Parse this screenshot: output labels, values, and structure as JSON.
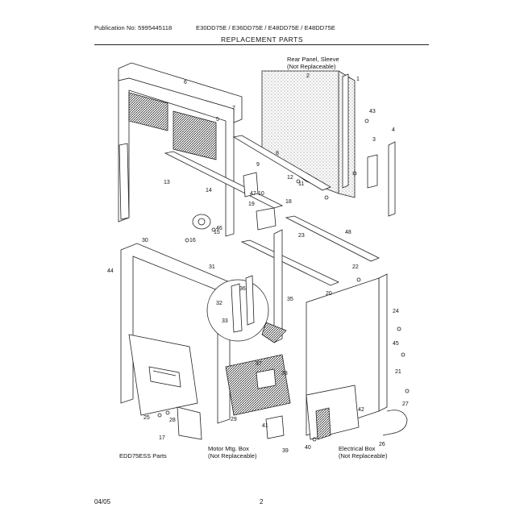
{
  "header": {
    "publication": "Publication No: 5995445118",
    "models": "E30DD75E / E36DD75E / E48DD75E / E48DD75E",
    "title": "REPLACEMENT PARTS"
  },
  "callouts": {
    "rear_panel_line1": "Rear Panel, Sleeve",
    "rear_panel_line2": "(Not Replaceable)",
    "motor_line1": "Motor Mtg. Box",
    "motor_line2": "(Not Replaceable)",
    "elec_line1": "Electrical Box",
    "elec_line2": "(Not Replaceable)",
    "edd_label": "EDD75ESS Parts"
  },
  "part_numbers": [
    "1",
    "2",
    "3",
    "4",
    "5",
    "6",
    "7",
    "8",
    "9",
    "10",
    "11",
    "12",
    "13",
    "14",
    "15",
    "16",
    "17",
    "18",
    "19",
    "20",
    "21",
    "22",
    "23",
    "24",
    "25",
    "26",
    "27",
    "28",
    "29",
    "30",
    "31",
    "32",
    "33",
    "35",
    "36",
    "37",
    "38",
    "39",
    "40",
    "41",
    "42",
    "43",
    "44",
    "45",
    "46",
    "47",
    "48"
  ],
  "footer": {
    "date": "04/05",
    "page": "2"
  }
}
